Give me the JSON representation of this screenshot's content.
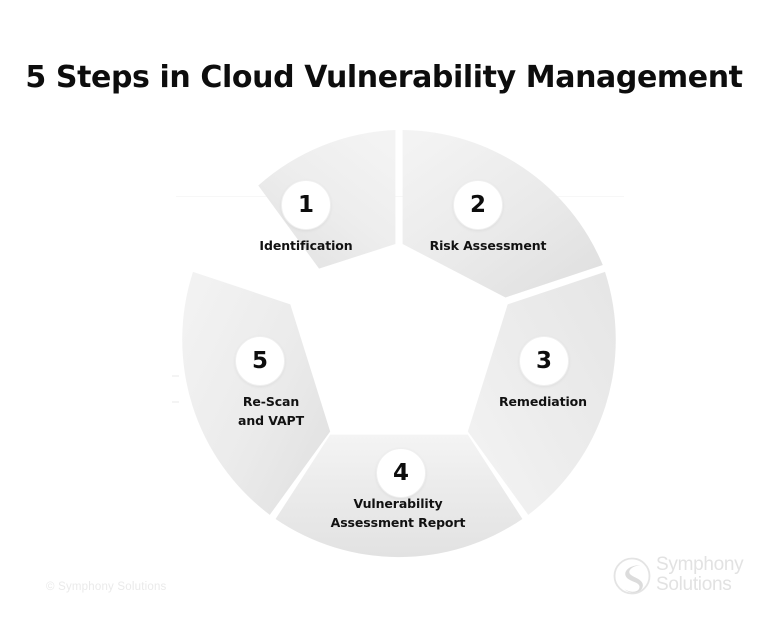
{
  "page": {
    "title": "5 Steps in Cloud Vulnerability Management",
    "background_color": "#ffffff",
    "title_color": "#0d0d0d"
  },
  "wheel": {
    "type": "donut-cycle",
    "segment_count": 5,
    "segment_fill_light": "#f6f6f6",
    "segment_fill_dark": "#e3e3e3",
    "gap_color": "#ffffff",
    "badge_background": "#ffffff",
    "badge_border": "#efefef",
    "steps": [
      {
        "number": "1",
        "label_line1": "Identification",
        "label_line2": ""
      },
      {
        "number": "2",
        "label_line1": "Risk Assessment",
        "label_line2": ""
      },
      {
        "number": "3",
        "label_line1": "Remediation",
        "label_line2": ""
      },
      {
        "number": "4",
        "label_line1": "Vulnerability",
        "label_line2": "Assessment Report"
      },
      {
        "number": "5",
        "label_line1": "Re-Scan",
        "label_line2": "and VAPT"
      }
    ]
  },
  "footer": {
    "copyright": "© Symphony Solutions",
    "copyright_color": "#eaeaea",
    "logo": {
      "icon_name": "symphony-swirl-logo",
      "line1": "Symphony",
      "line2": "Solutions",
      "color": "#e2e2e2"
    }
  }
}
